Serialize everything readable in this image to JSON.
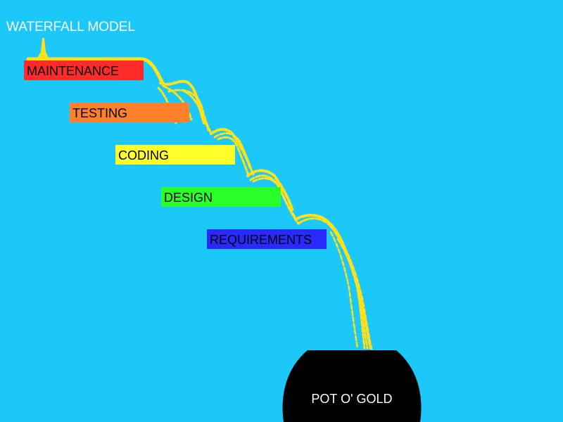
{
  "title": "WATERFALL MODEL",
  "steps": [
    {
      "label": "MAINTENANCE",
      "color": "#ff2a2a"
    },
    {
      "label": "TESTING",
      "color": "#ff7f2a"
    },
    {
      "label": "CODING",
      "color": "#ffff2a"
    },
    {
      "label": "DESIGN",
      "color": "#2aff2a"
    },
    {
      "label": "REQUIREMENTS",
      "color": "#2a2aff"
    }
  ],
  "pot": {
    "label": "POT O' GOLD",
    "color": "#000000"
  },
  "colors": {
    "background": "#1bc8f8",
    "water": "#ffe11a",
    "title_text": "#ffffff"
  }
}
